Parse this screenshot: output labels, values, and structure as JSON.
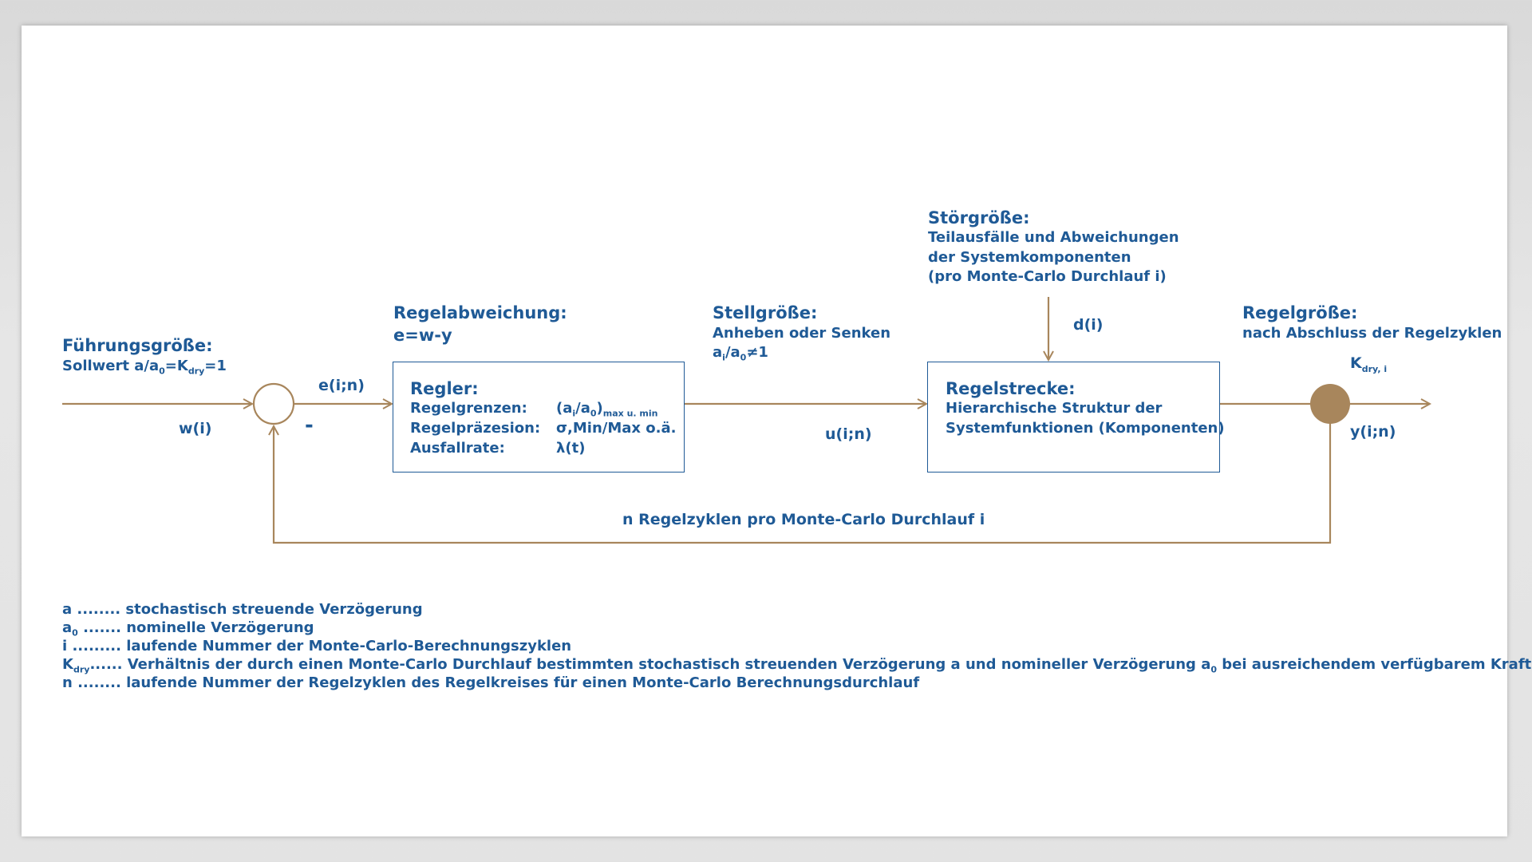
{
  "colors": {
    "text": "#1f5a96",
    "wire": "#a8865c",
    "junction": "#a8865c"
  },
  "reference": {
    "title": "Führungsgröße:",
    "line_prefix": "Sollwert a/a",
    "line_sub0": "0",
    "line_mid": "=K",
    "line_sub1": "dry",
    "line_suffix": "=1",
    "signal": "w(i)"
  },
  "comparator": {
    "minus_sign": "-"
  },
  "error": {
    "title": "Regelabweichung:",
    "formula": "e=w-y",
    "signal": "e(i;n)"
  },
  "controller": {
    "title": "Regler:",
    "rows": [
      {
        "label": "Regelgrenzen:",
        "value_prefix": "(a",
        "value_sub_i": "i",
        "value_mid": "/a",
        "value_sub_0": "0",
        "value_close": ")",
        "value_sub_range": "max u. min"
      },
      {
        "label": "Regelpräzesion:",
        "value": "σ,Min/Max o.ä."
      },
      {
        "label": "Ausfallrate:",
        "value": "λ(t)"
      }
    ]
  },
  "actuating": {
    "title": "Stellgröße:",
    "line1": "Anheben oder Senken",
    "l2_a": "a",
    "l2_sub_i": "i",
    "l2_b": "/a",
    "l2_sub_0": "0",
    "l2_c": "≠1",
    "signal": "u(i;n)"
  },
  "disturbance": {
    "title": "Störgröße:",
    "lines": [
      "Teilausfälle und Abweichungen",
      "der Systemkomponenten",
      "(pro Monte-Carlo Durchlauf i)"
    ],
    "signal": "d(i)"
  },
  "plant": {
    "title": "Regelstrecke:",
    "lines": [
      "Hierarchische Struktur der",
      "Systemfunktionen (Komponenten)"
    ]
  },
  "output": {
    "title": "Regelgröße:",
    "line1": "nach Abschluss der Regelzyklen",
    "k_main": "K",
    "k_sub": "dry, i",
    "signal": "y(i;n)"
  },
  "feedback": {
    "label": "n Regelzyklen pro Monte-Carlo Durchlauf i"
  },
  "legend": [
    {
      "key": "a",
      "key_sub": "",
      "dots": " ........ ",
      "text": "stochastisch streuende Verzögerung",
      "text_sub": "",
      "text_end": ""
    },
    {
      "key": "a",
      "key_sub": "0",
      "dots": " ....... ",
      "text": "nominelle Verzögerung",
      "text_sub": "",
      "text_end": ""
    },
    {
      "key": "i",
      "key_sub": "",
      "dots": " ......... ",
      "text": "laufende Nummer der Monte-Carlo-Berechnungszyklen",
      "text_sub": "",
      "text_end": ""
    },
    {
      "key": "K",
      "key_sub": "dry",
      "dots": "...... ",
      "text": "Verhältnis der durch einen Monte-Carlo Durchlauf bestimmten stochastisch streuenden Verzögerung a und nomineller Verzögerung a",
      "text_sub": "0",
      "text_end": " bei ausreichendem verfügbarem Kraftschluss"
    },
    {
      "key": "n",
      "key_sub": "",
      "dots": " ........ ",
      "text": "laufende Nummer der Regelzyklen des Regelkreises für einen Monte-Carlo Berechnungsdurchlauf",
      "text_sub": "",
      "text_end": ""
    }
  ]
}
